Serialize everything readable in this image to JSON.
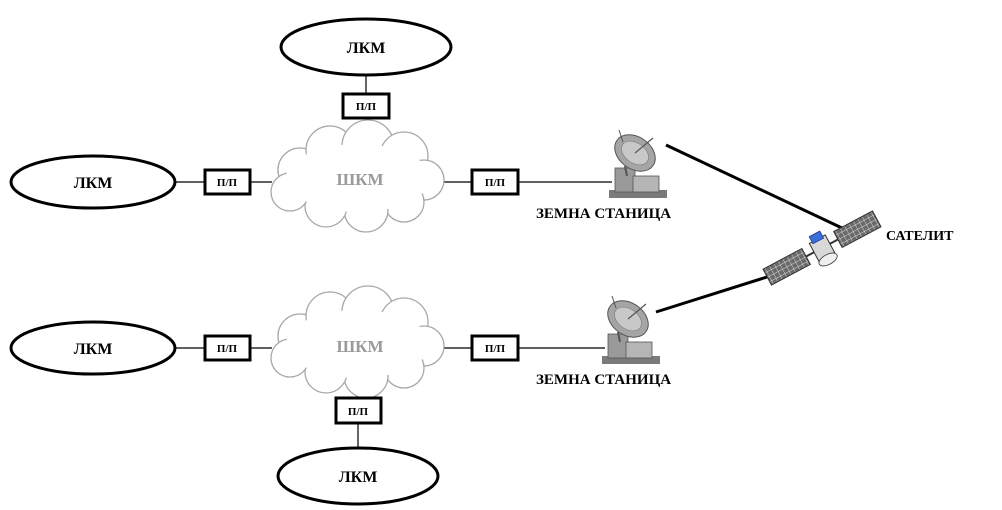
{
  "nodes": {
    "lkm_top": "ЛКМ",
    "lkm_left_upper": "ЛКМ",
    "lkm_left_lower": "ЛКМ",
    "lkm_bottom": "ЛКМ",
    "shkm_upper": "ШКМ",
    "shkm_lower": "ШКМ",
    "pp_upper_top": "П/П",
    "pp_upper_left": "П/П",
    "pp_upper_right": "П/П",
    "pp_lower_left": "П/П",
    "pp_lower_right": "П/П",
    "pp_lower_bottom": "П/П",
    "station_upper": "ЗЕМНА СТАНИЦА",
    "station_lower": "ЗЕМНА СТАНИЦА",
    "satellite": "САТЕЛИТ"
  },
  "colors": {
    "line": "#000000",
    "cloud_outline": "#a8a8a8",
    "cloud_text": "#9a9a9a",
    "antenna": "#8c8c8c",
    "solar_panel": "#555555"
  },
  "icons": [
    "dish-antenna-icon",
    "satellite-icon"
  ]
}
